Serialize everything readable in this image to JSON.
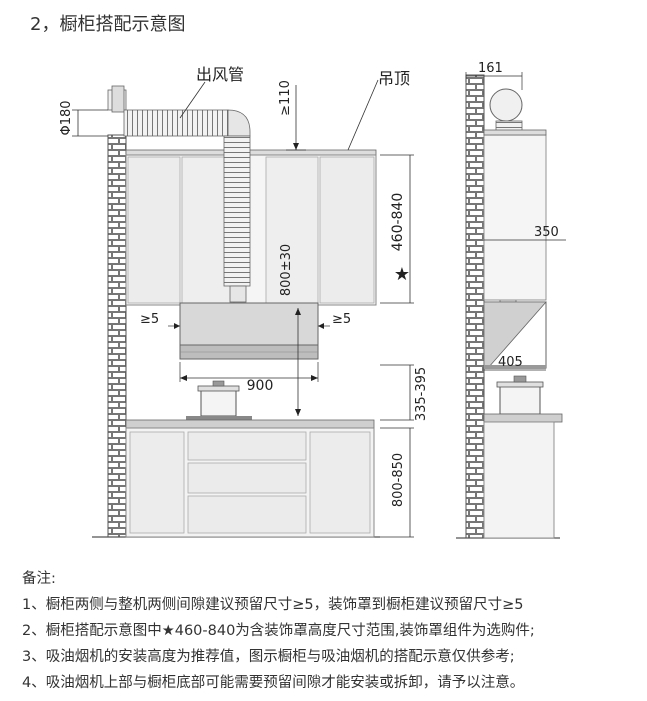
{
  "heading": "2，橱柜搭配示意图",
  "labels": {
    "outlet_duct": "出风管",
    "ceiling": "吊顶",
    "diameter": "Φ180",
    "gap_top": "≥110",
    "gap_left": "≥5",
    "gap_right": "≥5",
    "cover_height": "460-840",
    "star": "★",
    "install_height": "800±30",
    "width": "900",
    "hood_to_pot": "335-395",
    "counter_height": "800-850",
    "side_161": "161",
    "side_350": "350",
    "side_405": "405"
  },
  "notes": {
    "title": "备注:",
    "items": [
      "1、橱柜两侧与整机两侧间隙建议预留尺寸≥5，装饰罩到橱柜建议预留尺寸≥5",
      "2、橱柜搭配示意图中★460-840为含装饰罩高度尺寸范围,装饰罩组件为选购件;",
      "3、吸油烟机的安装高度为推荐值，图示橱柜与吸油烟机的搭配示意仅供参考;",
      "4、吸油烟机上部与橱柜底部可能需要预留间隙才能安装或拆卸，请予以注意。"
    ]
  }
}
